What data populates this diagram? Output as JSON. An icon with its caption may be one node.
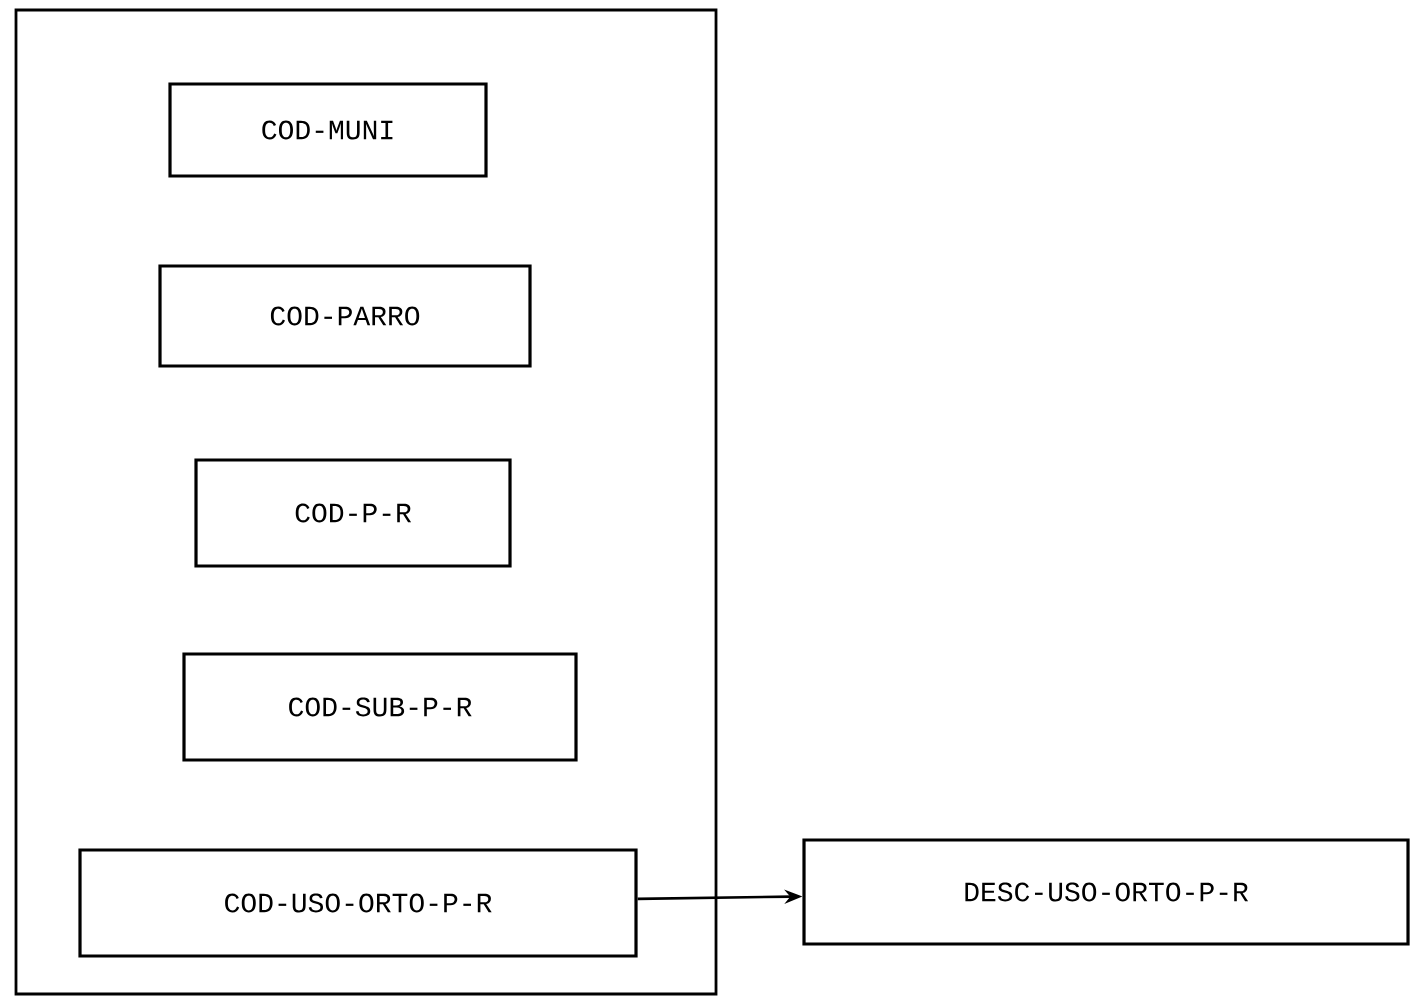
{
  "diagram": {
    "nodes": [
      {
        "text": [],
        "shape": "box"
      },
      {
        "text": [
          "COD-MUNI"
        ],
        "in": 0
      },
      {
        "text": [
          "COD-PARRO"
        ],
        "in": 0
      },
      {
        "text": [
          "COD-P-R"
        ],
        "in": 0
      },
      {
        "text": [
          "COD-SUB-P-R"
        ],
        "in": 0
      },
      {
        "text": [
          "COD-USO-ORTO-P-R"
        ],
        "in": 0
      },
      {
        "text": [
          "DESC-USO-ORTO-P-R"
        ]
      }
    ],
    "edges": [
      {
        "from": 5,
        "to": 6,
        "arrow": "to"
      }
    ]
  }
}
